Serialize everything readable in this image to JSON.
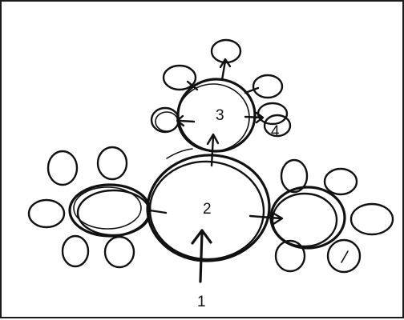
{
  "labels": {
    "n1": "1",
    "n2": "2",
    "n3": "3",
    "n4": "4"
  },
  "colors": {
    "ink": "#111111",
    "background": "#ffffff"
  }
}
